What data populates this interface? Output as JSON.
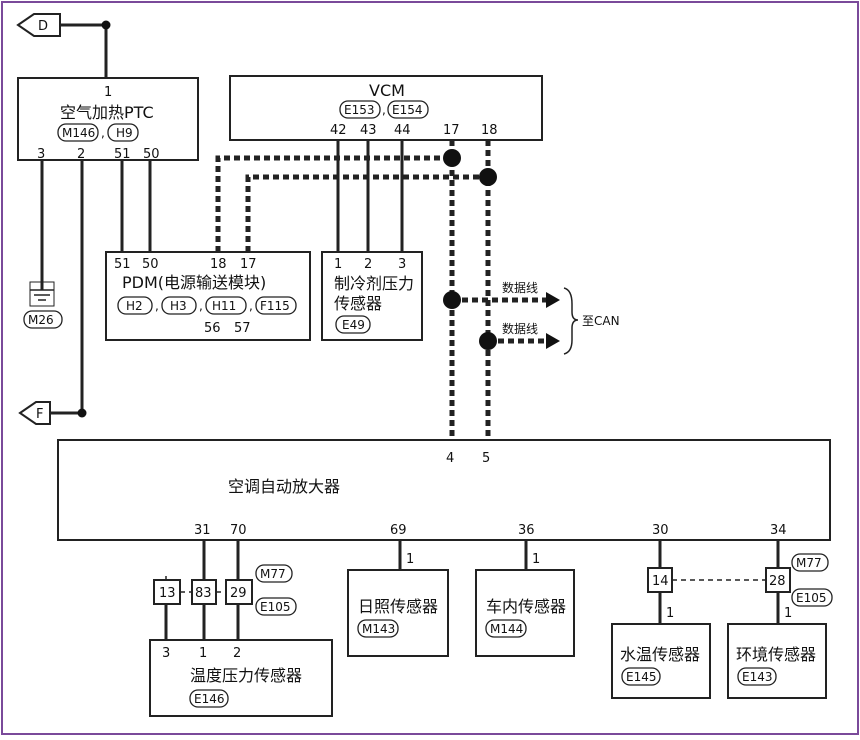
{
  "connectors": {
    "D": "D",
    "F": "F",
    "to_can": "至CAN"
  },
  "ptc": {
    "title": "空气加热PTC",
    "codes": [
      "M146",
      "H9"
    ],
    "pin_top": "1",
    "pins": [
      "3",
      "2",
      "51",
      "50"
    ],
    "ground_code": "M26"
  },
  "vcm": {
    "title": "VCM",
    "codes": [
      "E153",
      "E154"
    ],
    "pins": [
      "42",
      "43",
      "44",
      "17",
      "18"
    ]
  },
  "pdm": {
    "title": "PDM(电源输送模块)",
    "codes": [
      "H2",
      "H3",
      "H11",
      "F115"
    ],
    "pins_top": [
      "51",
      "50",
      "18",
      "17"
    ],
    "pins_bottom": [
      "56",
      "57"
    ]
  },
  "refrigerant_sensor": {
    "title_line1": "制冷剂压力",
    "title_line2": "传感器",
    "code": "E49",
    "pins": [
      "1",
      "2",
      "3"
    ]
  },
  "data_lines": [
    "数据线",
    "数据线"
  ],
  "amplifier": {
    "title": "空调自动放大器",
    "pins_top": [
      "4",
      "5"
    ],
    "pins_bottom": [
      "31",
      "70",
      "69",
      "36",
      "30",
      "34"
    ]
  },
  "connector_blocks": {
    "left": [
      "13",
      "83",
      "29"
    ],
    "right": [
      "14",
      "28"
    ],
    "codes_left": [
      "M77",
      "E105"
    ],
    "codes_right": [
      "M77",
      "E105"
    ]
  },
  "temp_pressure_sensor": {
    "title": "温度压力传感器",
    "code": "E146",
    "pins": [
      "3",
      "1",
      "2"
    ]
  },
  "sun_sensor": {
    "title": "日照传感器",
    "code": "M143",
    "pin": "1"
  },
  "cabin_sensor": {
    "title": "车内传感器",
    "code": "M144",
    "pin": "1"
  },
  "water_temp_sensor": {
    "title": "水温传感器",
    "code": "E145",
    "pin": "1"
  },
  "ambient_sensor": {
    "title": "环境传感器",
    "code": "E143",
    "pin": "1"
  }
}
